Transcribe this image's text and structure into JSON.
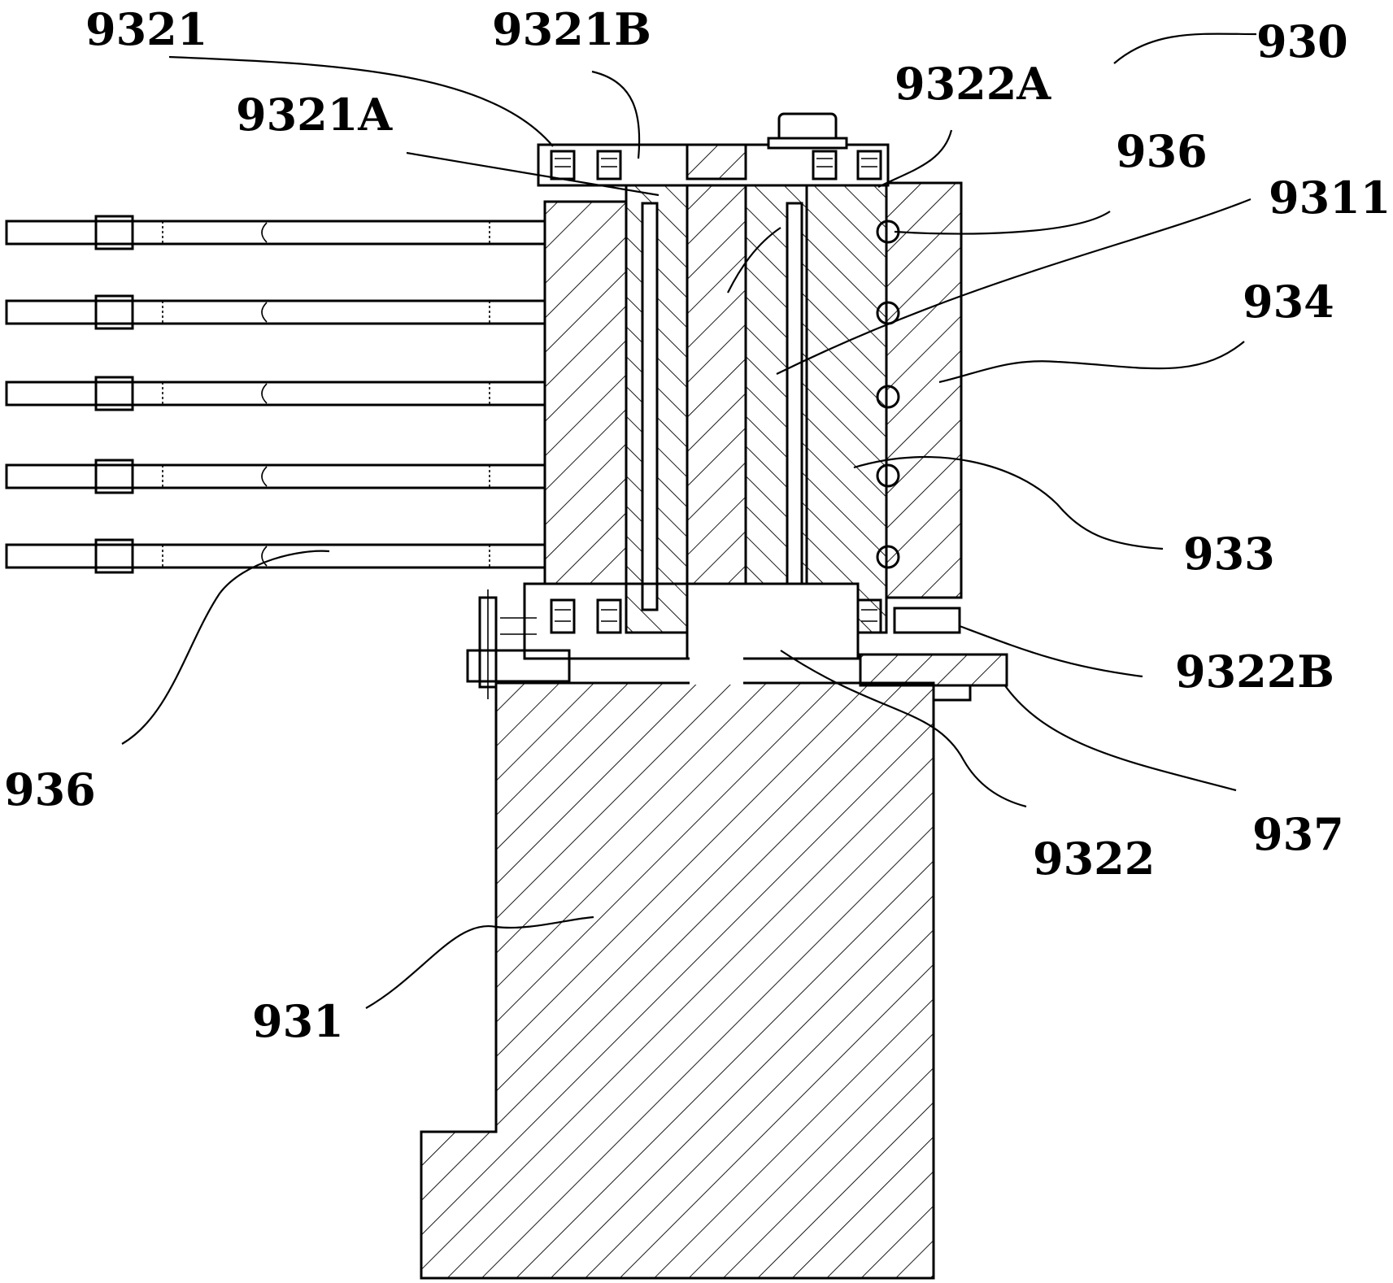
{
  "labels": {
    "l930": "930",
    "l9321": "9321",
    "l9321B": "9321B",
    "l9321A": "9321A",
    "l9322A": "9322A",
    "l936_top": "936",
    "l9311": "9311",
    "l934": "934",
    "l933": "933",
    "l9322B": "9322B",
    "l936_left": "936",
    "l9322": "9322",
    "l937": "937",
    "l931": "931"
  }
}
